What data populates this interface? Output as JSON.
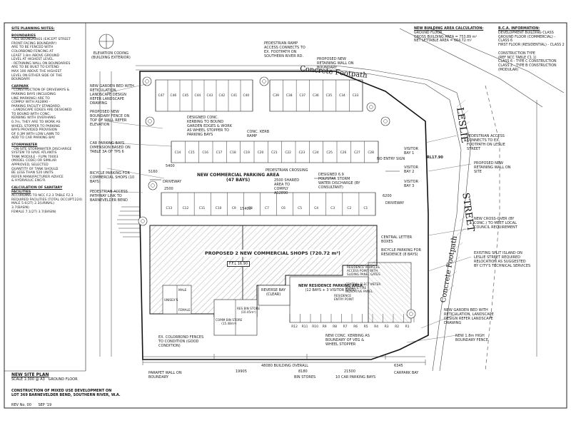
{
  "notes": {
    "title": "SITE PLANNING NOTES:",
    "sections": [
      {
        "heading": "BOUNDARIES",
        "lines": [
          "- ALL BOUNDARIES (EXCEPT STREET",
          "FRONT FACING BOUNDARY)",
          "ARE TO BE FENCED WITH",
          "COLORBOND FENCING AT",
          "LEAST 1.8m ABOVE GROUND",
          "LEVEL AT HIGHEST LEVEL.",
          "- RETAINING WALL ON BOUNDARIES",
          "ARE TO BE BUILT TO EXTEND",
          "MAX 100 ABOVE THE HIGHEST",
          "LEVEL ON EITHER SIDE OF THE",
          "BOUNDARY."
        ]
      },
      {
        "heading": "CARPARK",
        "lines": [
          "- CONSTRUCTION OF DRIVEWAYS &",
          "PARKING BAYS (INCLUDING",
          "LINE MARKING) ARE TO",
          "COMPLY WITH AS2890 -",
          "PARKING FACILITY STANDARD.",
          "- LANDSCAPE EDGES ARE DESIGNED",
          "TO BOUND WITH CONC.",
          "KERBING WITH OVERHANG",
          "0.7m, THEY ARE TO WORK AS",
          "WHEEL STOPPER TO PARKING",
          "BAYS PROVIDED PROVISION",
          "OF 0.3M WITH LOW LAWN TO",
          "ADD TO CAR PARKING BAY."
        ]
      },
      {
        "heading": "STORMWATER",
        "lines": [
          "- ON-SITE STORMWATER DISCHARGE",
          "SYSTEM TO HAVE ATLANTIS",
          "TANK MODULE - FLPN 70003",
          "(MODEL CODE) OR SIMILAR",
          "APPROVED, SELECTED",
          "QUANTITY OF TANK SHOULD",
          "BE LESS THAN 520 UNITS",
          "REFER MANUFACTURER ADVICE",
          "& HYDRAULIC ENG'R."
        ]
      },
      {
        "heading": "CALCULATION OF SANITARY FACILITIES",
        "lines": [
          "ACCORDING TO NCC F.2.3 TABLE F2.3",
          "REQUIRED FACILITIES (TOTAL OCCUPT:224)",
          "MALE    5.6(2T)   2.3(URINAL)",
          "        3.7(BASIN)",
          "FEMALE  7.1(2T)   3.7(BASIN)"
        ]
      }
    ]
  },
  "title_block": {
    "plan_title": "NEW SITE PLAN",
    "scale": "SCALE 1:300 @ A3",
    "floor": "GROUND FLOOR",
    "project_line1": "CONSTRUCTION OF MIXED USE DEVELOPMENT ON",
    "project_line2": "LOT 369 BARNEVELDER BEND, SOUTHERN RIVER, W.A.",
    "rev": "REV No. 00",
    "date": "SEP '19"
  },
  "area_calc": {
    "title": "NEW BUILDING AREA CALCULATION:",
    "floor": "GROUND FLOOR",
    "rows": [
      "GROSS BUILDING AREA  =  753.89 m²",
      "NET LETTABLE AREA  =  664.72 m²"
    ]
  },
  "bca": {
    "title": "B.C.A. INFORMATION:",
    "lines": [
      "DEVELOPMENT BUILDING CLASS",
      "GROUND FLOOR (COMMERCIAL) - CLASS 6",
      "FIRST FLOOR (RESIDENTIAL) - CLASS 2",
      "",
      "CONSTRUCTION TYPE",
      "(REF NCC TABLE C1.1)",
      "CLASS 6 - TYPE C CONSTRUCTION",
      "CLASS 2 - TYPE B CONSTRUCTION",
      "(MODULAR)"
    ]
  },
  "labels": {
    "elevation_coding": "ELEVATION CODING",
    "elevation_sub": "(BUILDING EXTERIOR)",
    "concrete_footpath_top": "Concrete Footpath",
    "concrete_footpath_right": "Concrete Footpath",
    "leslie": "LESLIE",
    "street": "STREET",
    "parking_area": "NEW COMMERCIAL PARKING AREA",
    "parking_bays": "(47 BAYS)",
    "shops": "PROPOSED 2 NEW COMMERCIAL SHOPS",
    "shops_area": "(720.72 m²)",
    "ffl": "F.F.L 16.90",
    "residence_parking": "NEW RESIDENCE PARKING AREA",
    "residence_bays": "(12 BAYS + 3 VISITOR BAYS)",
    "reverse_bay": "REVERSE BAY",
    "reverse_clear": "(CLEAR)",
    "bin_store": "RES BIN STORE",
    "bin_store_area": "(10.45m²)",
    "comm_bin": "COMM BIN STORE",
    "comm_bin_area": "(15.48m²)",
    "male": "MALE",
    "female": "FEMALE",
    "unisex": "UNISEX'S",
    "driveway_left": "DRIVEWAY",
    "driveway_right": "DRIVEWAY",
    "visitor1": "VISITOR BAY 1",
    "visitor2": "VISITOR BAY 2",
    "visitor3": "VISITOR BAY 3",
    "no_entry": "NO ENTRY SIGN",
    "pedestrian_ramp": "PEDESTRIAN RAMP ACCESS CONNECTS TO EX. FOOTPATH ON SOUTHERN RIVER RD.",
    "retaining_wall_top": "PROPOSED NEW RETAINING WALL ON BOUNDARY",
    "pedestrian_leslie": "PEDESTRIAN ACCESS CONNECTS TO EX. FOOTPATH ON LESLIE STREET",
    "retaining_site": "PROPOSED NEW RETAINING WALL ON SITE",
    "new_crossover": "NEW CROSS-OVER (BY CONC.) TO MEET LOCAL COUNCIL REQUIREMENT",
    "split_island": "EXISTING SPLIT ISLAND ON LESLIE STREET REQUIRED RELOCATION AS SUGGESTED BY CITY'S TECHNICAL SERVICES",
    "garden_bed_right": "NEW GARDEN BED WITH RETICULATION, LANDSCAPE DESIGN REFER LANDSCAPE DRAWING",
    "fence_right": "NEW 1.8m HIGH BOUNDARY FENCE",
    "conc_kerbing": "NEW CONC. KERBING AS BOUNDARY OF VEG & WHEEL STOPPER",
    "colorbond": "EX. COLORBOND FENCES TO CONDITION (GOOD CONDITION)",
    "parapet": "PARAPET WALL ON BOUNDARY",
    "garden_top": "NEW GARDEN BED WITH RETICULATION, LANDSCAPE DESIGN REFER LANDSCAPE DRAWING",
    "boundary_fence": "PROPOSED NEW BOUNDARY FENCE ON TOP OF WALL REFER ELEVATION",
    "car_parking_bays": "CAR PARKING BAYS DIMENSION BASED ON TABLE 3A OF TPS 6",
    "bicycle_left": "BICYCLE PARKING FOR COMMERCIAL SHOPS (10 BAYS)",
    "pedestrian_left": "PEDESTRIAN ACCESS PATHWAY LINK TO BARNEVELDER BEND",
    "bicycle_res": "BICYCLE PARKING FOR RESIDENCE (8 BAYS)",
    "central_letter": "CENTRAL LETTER BOXES",
    "residence_gate": "RESIDENCE VEHICLES ACCESS POINT WITH SLIDING PANEL GATES",
    "central_elect": "CENTRAL ELECT METER BOXES & FIRE INDICATIVE PANEL",
    "residence_entry": "RESIDENCE ENTRY POINT",
    "garden_edge": "DESIGNED CONC. KERBING TO BOUND GARDEN EDGES & WORK AS WHEEL STOPPER TO PARKING BAYS",
    "ramp": "CONC. KERB RAMP",
    "pedestrian_crossing": "PEDESTRIAN CROSSING",
    "shared_area": "2500 SHARED AREA TO COMPLY AS2890",
    "polystar": "DESIGNED 6.9 POLYSTAR STORM WATER DISCHARGE (BY CONSULTANT)",
    "carpark_bay": "CARPARK BAY",
    "building_overall": "BUILDING OVERALL",
    "bin_stores": "BIN STORES",
    "car_parking_bays_dim": "10 CAR PARKING BAYS"
  },
  "dims": {
    "d1": "48080",
    "d2": "19905",
    "d3": "8180",
    "d4": "21500",
    "d5": "6345",
    "d6": "5160",
    "d7": "6200",
    "d8": "2500",
    "d9": "5400",
    "d10": "15400",
    "rl": "RL17.90"
  },
  "bays": {
    "top_left": [
      "C47",
      "C46",
      "C45",
      "C44",
      "C43",
      "C42",
      "C41",
      "C40"
    ],
    "top_right": [
      "C39",
      "C38",
      "C37",
      "C36",
      "C35",
      "C34",
      "C33"
    ],
    "mid": [
      "C14",
      "C15",
      "C16",
      "C17",
      "C18",
      "C19",
      "C20",
      "C21",
      "C22",
      "C23",
      "C24",
      "C25",
      "C26",
      "C27",
      "C28"
    ],
    "bottom": [
      "C13",
      "C12",
      "C11",
      "C10",
      "C9",
      "C8",
      "C7",
      "C6",
      "C5",
      "C4",
      "C3",
      "C2",
      "C1"
    ],
    "res": [
      "R12",
      "R11",
      "R10",
      "R9",
      "R8",
      "R7",
      "R6",
      "R5",
      "R4",
      "R3",
      "R2",
      "R1"
    ]
  }
}
